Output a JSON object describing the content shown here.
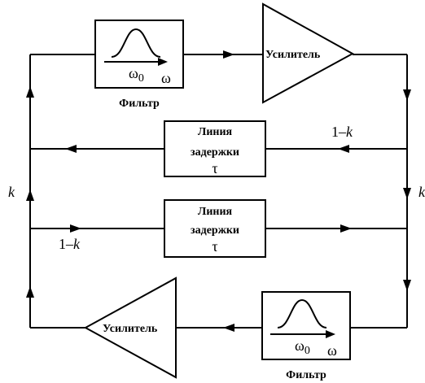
{
  "blocks": {
    "filter_top": {
      "omega0": "ω",
      "omega0_sub": "0",
      "omega": "ω",
      "caption": "Фильтр"
    },
    "amp_top": {
      "label": "Усилитель"
    },
    "delay_upper": {
      "line1": "Линия",
      "line2": "задержки",
      "tau": "τ"
    },
    "delay_lower": {
      "line1": "Линия",
      "line2": "задержки",
      "tau": "τ"
    },
    "amp_bottom": {
      "label": "Усилитель"
    },
    "filter_bottom": {
      "omega0": "ω",
      "omega0_sub": "0",
      "omega": "ω",
      "caption": "Фильтр"
    }
  },
  "coefficients": {
    "upper_one": "1",
    "upper_minus": "–",
    "upper_k": "k",
    "lower_one": "1",
    "lower_minus": "–",
    "lower_k": "k",
    "left_k": "k",
    "right_k": "k"
  }
}
